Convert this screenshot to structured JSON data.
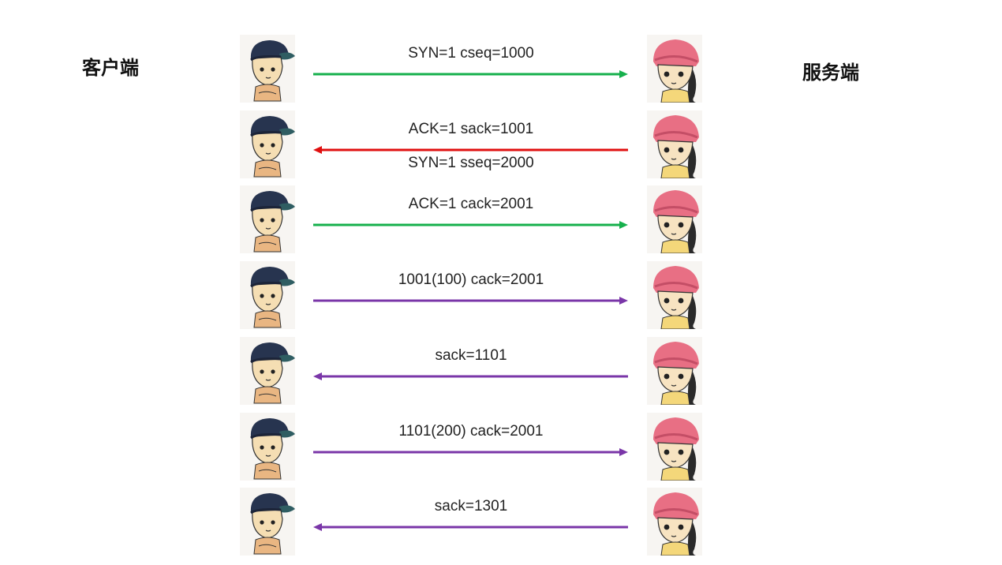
{
  "titles": {
    "client": "客户端",
    "server": "服务端"
  },
  "colors": {
    "green": "#16b04c",
    "red": "#e01010",
    "purple": "#7a36a8"
  },
  "messages": [
    {
      "direction": "right",
      "color": "green",
      "labels": [
        "SYN=1 cseq=1000"
      ]
    },
    {
      "direction": "left",
      "color": "red",
      "labels": [
        "ACK=1 sack=1001",
        "SYN=1 sseq=2000"
      ]
    },
    {
      "direction": "right",
      "color": "green",
      "labels": [
        "ACK=1 cack=2001"
      ]
    },
    {
      "direction": "right",
      "color": "purple",
      "labels": [
        "1001(100) cack=2001"
      ]
    },
    {
      "direction": "left",
      "color": "purple",
      "labels": [
        "sack=1101"
      ]
    },
    {
      "direction": "right",
      "color": "purple",
      "labels": [
        "1101(200) cack=2001"
      ]
    },
    {
      "direction": "left",
      "color": "purple",
      "labels": [
        "sack=1301"
      ]
    }
  ],
  "avatars": {
    "client": "boy-avatar-icon",
    "server": "girl-avatar-icon"
  }
}
